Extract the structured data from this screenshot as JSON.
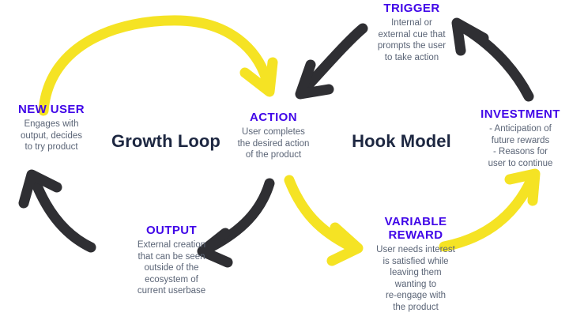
{
  "diagram": {
    "title_left": "Growth Loop",
    "title_right": "Hook Model",
    "colors": {
      "heading": "#4107e8",
      "body_text": "#5a6476",
      "loop_title": "#1d2741",
      "arrow_yellow": "#f5e324",
      "arrow_black": "#2f2f33",
      "background": "#ffffff"
    }
  },
  "nodes": [
    {
      "id": "new-user",
      "title": "NEW USER",
      "description": "Engages with\noutput, decides\nto try product"
    },
    {
      "id": "action",
      "title": "ACTION",
      "description": "User completes\nthe desired action\nof the product"
    },
    {
      "id": "trigger",
      "title": "TRIGGER",
      "description": "Internal or\nexternal cue that\nprompts the user\nto take action"
    },
    {
      "id": "investment",
      "title": "INVESTMENT",
      "description": "- Anticipation of\nfuture rewards\n- Reasons for\nuser to continue"
    },
    {
      "id": "variable-reward",
      "title": "VARIABLE\nREWARD",
      "description": "User needs interest\nis satisfied while\nleaving them\nwanting to\nre-engage with\nthe product"
    },
    {
      "id": "output",
      "title": "OUTPUT",
      "description": "External creation\nthat can be seen\noutside of the\necosystem of\ncurrent userbase"
    }
  ],
  "arrows": [
    {
      "id": "new-user-to-action",
      "from": "new-user",
      "to": "action",
      "color": "#f5e324"
    },
    {
      "id": "action-to-output",
      "from": "action",
      "to": "output",
      "color": "#2f2f33"
    },
    {
      "id": "output-to-new-user",
      "from": "output",
      "to": "new-user",
      "color": "#2f2f33"
    },
    {
      "id": "trigger-to-action",
      "from": "trigger",
      "to": "action",
      "color": "#2f2f33"
    },
    {
      "id": "action-to-variable-reward",
      "from": "action",
      "to": "variable-reward",
      "color": "#f5e324"
    },
    {
      "id": "variable-reward-to-investment",
      "from": "variable-reward",
      "to": "investment",
      "color": "#f5e324"
    },
    {
      "id": "investment-to-trigger",
      "from": "investment",
      "to": "trigger",
      "color": "#2f2f33"
    }
  ]
}
